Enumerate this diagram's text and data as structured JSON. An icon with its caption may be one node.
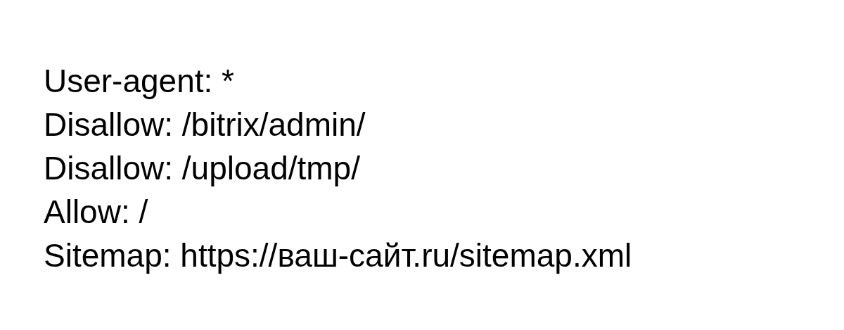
{
  "diagram": {
    "labels": [
      "User-agent: *",
      "Disallow: /bitrix/admin/",
      "Disallow: /upload/tmp/",
      "Allow: /",
      "Sitemap: https://ваш-сайт.ru/sitemap.xml"
    ]
  }
}
